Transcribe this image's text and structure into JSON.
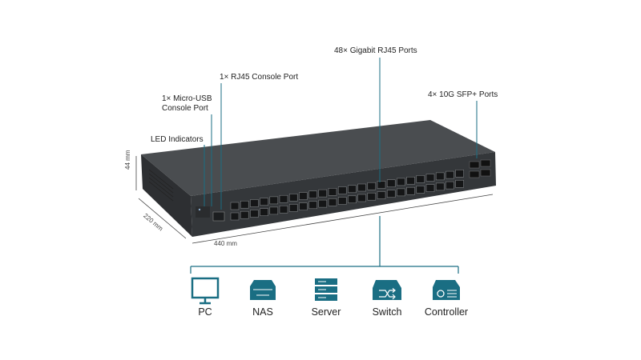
{
  "callouts": {
    "ports": "48× Gigabit RJ45 Ports",
    "rj45_console": "1× RJ45 Console Port",
    "usb_line1": "1× Micro-USB",
    "usb_line2": "Console Port",
    "sfp": "4× 10G SFP+ Ports",
    "led": "LED Indicators"
  },
  "dimensions": {
    "height": "44 mm",
    "depth": "220 mm",
    "width": "440 mm"
  },
  "devices": [
    {
      "icon": "pc-icon",
      "label": "PC"
    },
    {
      "icon": "nas-icon",
      "label": "NAS"
    },
    {
      "icon": "server-icon",
      "label": "Server"
    },
    {
      "icon": "switch-icon",
      "label": "Switch"
    },
    {
      "icon": "controller-icon",
      "label": "Controller"
    }
  ],
  "colors": {
    "teal": "#1a6e83",
    "chassis": "#3a3d40",
    "chassis_top": "#4a4d50"
  }
}
